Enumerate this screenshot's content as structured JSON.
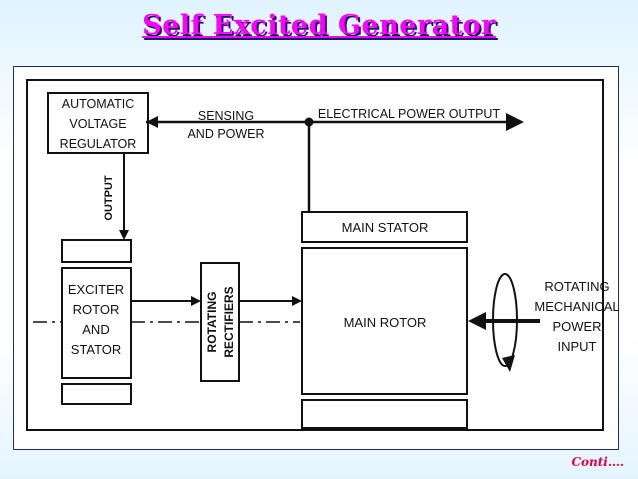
{
  "title": "Self Excited Generator",
  "footer": "Conti….",
  "diagram": {
    "avr_label": [
      "AUTOMATIC",
      "VOLTAGE",
      "REGULATOR"
    ],
    "sensing_label": [
      "SENSING",
      "AND POWER"
    ],
    "power_output_label": "ELECTRICAL POWER OUTPUT",
    "output_label": "OUTPUT",
    "exciter_label": [
      "EXCITER",
      "ROTOR",
      "AND",
      "STATOR"
    ],
    "rectifiers_label": [
      "ROTATING",
      "RECTIFIERS"
    ],
    "main_stator_label": "MAIN STATOR",
    "main_rotor_label": "MAIN ROTOR",
    "mech_input_label": [
      "ROTATING",
      "MECHANICAL",
      "POWER",
      "INPUT"
    ]
  }
}
